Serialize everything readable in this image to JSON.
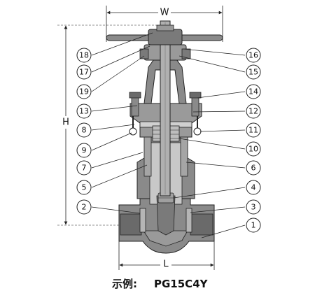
{
  "dimensions": {
    "width_label": "W",
    "height_label": "H",
    "length_label": "L"
  },
  "callouts_left": [
    "18",
    "17",
    "19",
    "13",
    "8",
    "9",
    "7",
    "5",
    "2"
  ],
  "callouts_right": [
    "16",
    "15",
    "14",
    "12",
    "11",
    "10",
    "6",
    "4",
    "3",
    "1"
  ],
  "caption": {
    "prefix": "示例:",
    "model": "PG15C4Y"
  },
  "colors": {
    "body_fill": "#8a8a8a",
    "body_dark": "#5d5d5d",
    "line": "#222222",
    "background": "#ffffff"
  }
}
